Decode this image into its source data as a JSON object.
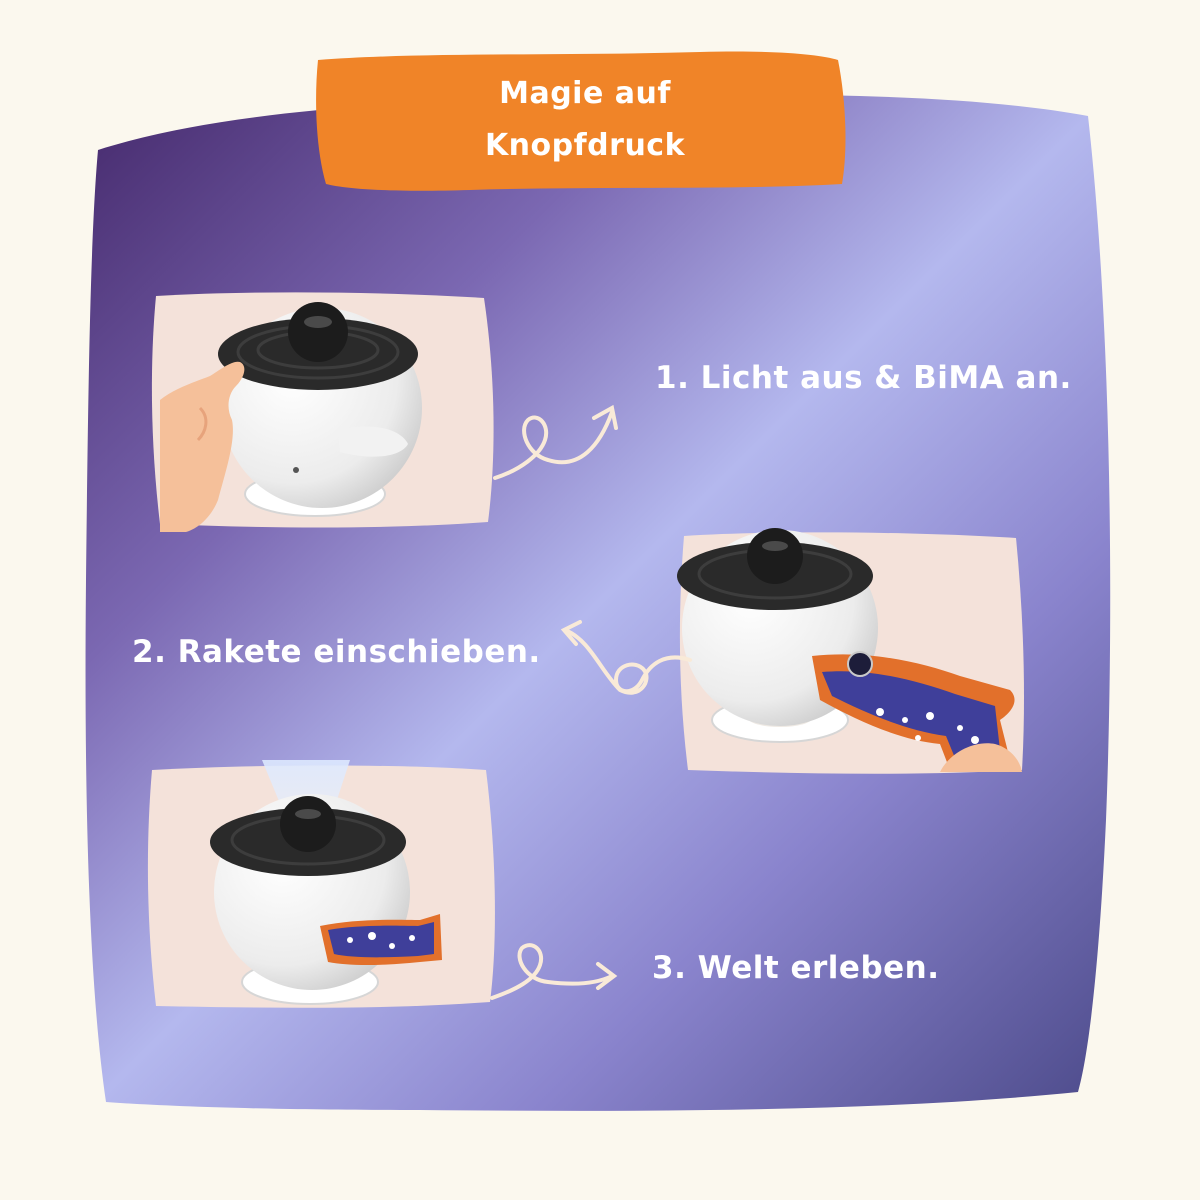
{
  "title": {
    "line1": "Magie auf",
    "line2": "Knopfdruck"
  },
  "steps": [
    {
      "label": "1. Licht aus & BiMA an."
    },
    {
      "label": "2. Rakete einschieben."
    },
    {
      "label": "3. Welt erleben."
    }
  ],
  "colors": {
    "page_background": "#fbf8ee",
    "blob_dark": "#4b2f73",
    "blob_light": "#b4b8ee",
    "banner": "#f08428",
    "card": "#f4e2da",
    "text": "#ffffff",
    "skin": "#f5c09a",
    "rocket_card": "#3f3f9a",
    "rocket_edge": "#e2702b"
  }
}
